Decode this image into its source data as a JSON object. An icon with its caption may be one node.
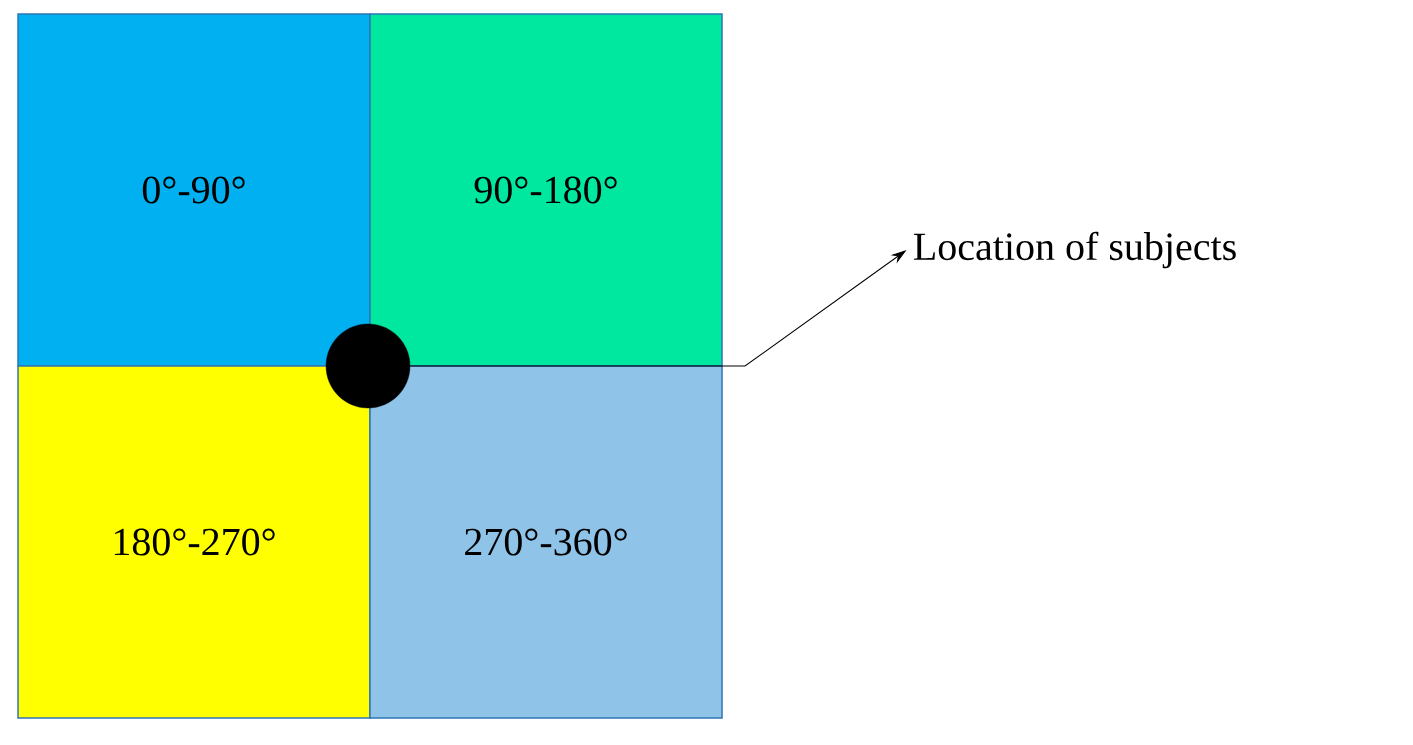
{
  "diagram": {
    "nodes": [
      {
        "text": [
          "0°-90°"
        ]
      },
      {
        "text": [
          "90°-180°"
        ]
      },
      {
        "text": [
          "180°-270°"
        ]
      },
      {
        "text": [
          "270°-360°"
        ]
      },
      {
        "text": [],
        "shape": "circle"
      },
      {
        "text": [
          "Location of subjects"
        ]
      }
    ],
    "edges": [
      {
        "from": 4,
        "to": 5,
        "arrow": "to"
      }
    ]
  }
}
